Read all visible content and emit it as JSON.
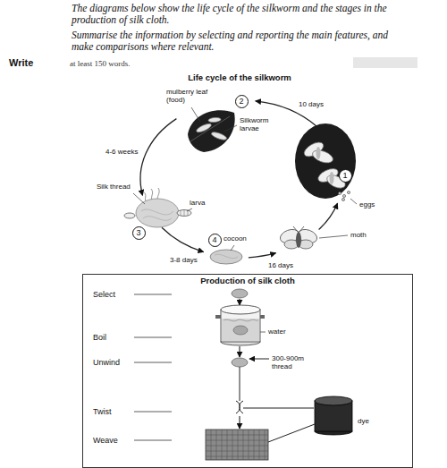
{
  "diagram": {
    "title": "Life cycle of the silkworm",
    "nodes": [
      {
        "text": [
          "2"
        ]
      },
      {
        "text": [
          "1"
        ]
      },
      {
        "text": [
          "3"
        ]
      },
      {
        "text": [
          "4"
        ]
      },
      {
        "text": [
          "Production of silk cloth"
        ]
      }
    ],
    "labels": [
      "The diagrams below show the life cycle of the silkworm and the stages in the production of silk cloth.",
      "Summarise the information by selecting and reporting the main features, and make comparisons where relevant.",
      "Write",
      "at least 150 words.",
      "mulberry leaf (food)",
      "Silkworm larvae",
      "10 days",
      "4-6 weeks",
      "Silk thread",
      "larva",
      "eggs",
      "moth",
      "cocoon",
      "3-8 days",
      "16 days",
      "Select",
      "Boil",
      "water",
      "Unwind",
      "300-900m thread",
      "Twist",
      "dye",
      "Weave"
    ]
  }
}
